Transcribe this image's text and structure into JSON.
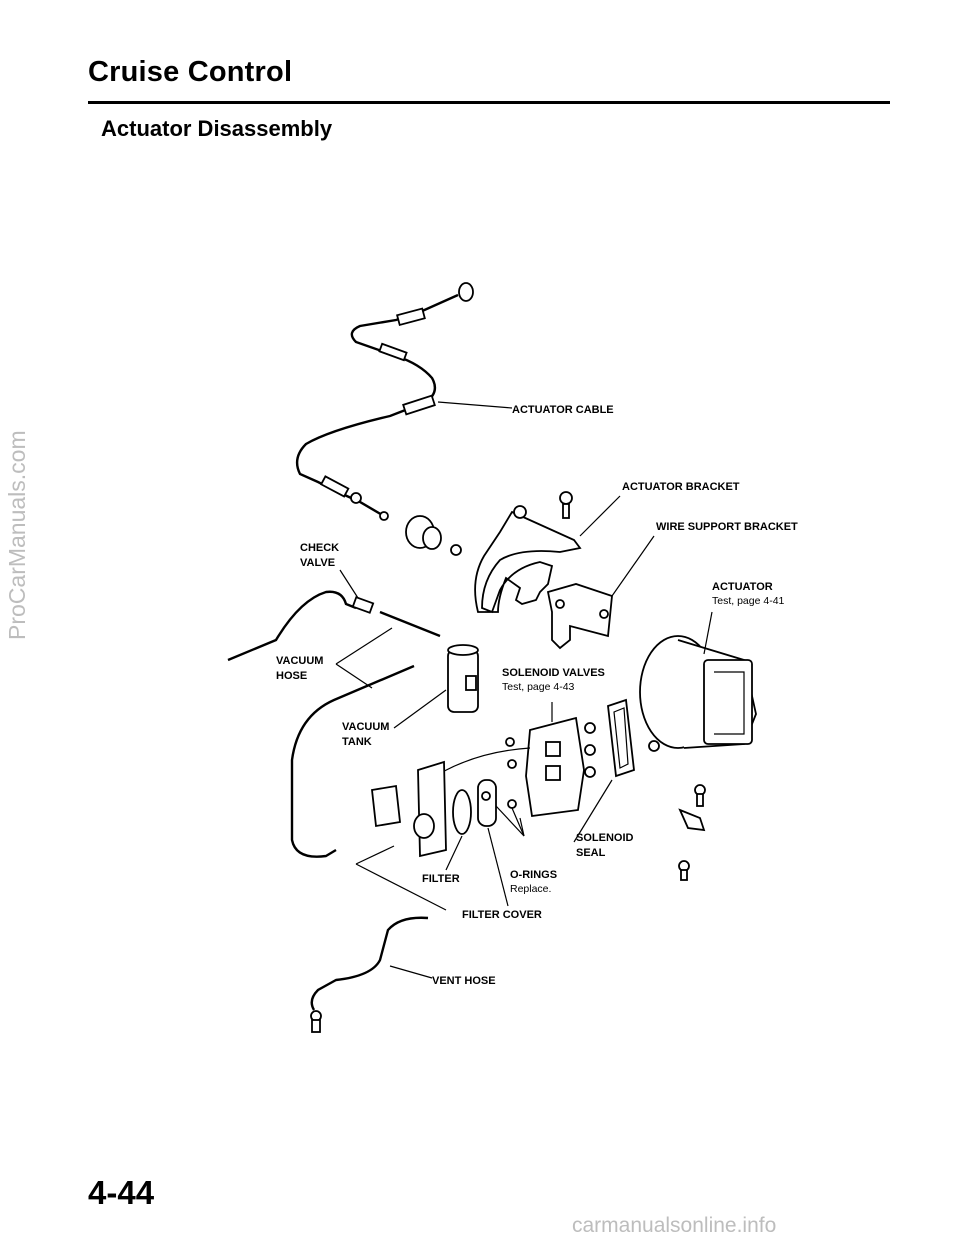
{
  "header": {
    "title": "Cruise Control",
    "section": "Actuator Disassembly"
  },
  "labels": {
    "actuator_cable": "ACTUATOR CABLE",
    "actuator_bracket": "ACTUATOR BRACKET",
    "wire_support_bracket": "WIRE SUPPORT BRACKET",
    "check_valve_1": "CHECK",
    "check_valve_2": "VALVE",
    "actuator": "ACTUATOR",
    "actuator_note": "Test, page 4-41",
    "vacuum_hose_1": "VACUUM",
    "vacuum_hose_2": "HOSE",
    "solenoid_valves": "SOLENOID VALVES",
    "solenoid_valves_note": "Test, page 4-43",
    "vacuum_tank_1": "VACUUM",
    "vacuum_tank_2": "TANK",
    "solenoid_seal_1": "SOLENOID",
    "solenoid_seal_2": "SEAL",
    "filter": "FILTER",
    "o_rings": "O-RINGS",
    "o_rings_note": "Replace.",
    "filter_cover": "FILTER COVER",
    "vent_hose": "VENT HOSE"
  },
  "footer": {
    "page_number": "4-44"
  },
  "watermarks": {
    "left": "ProCarManuals.com",
    "bottom": "carmanualsonline.info"
  }
}
